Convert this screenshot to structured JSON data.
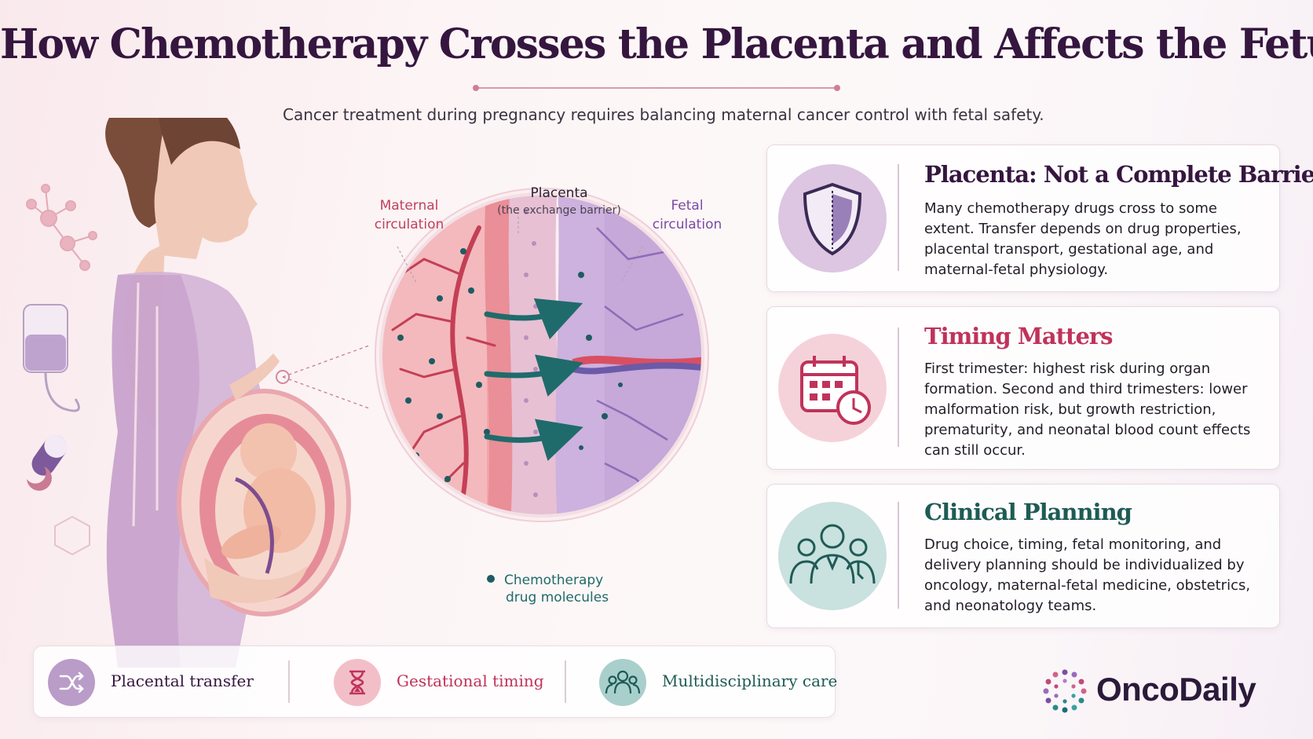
{
  "title": "How Chemotherapy Crosses the Placenta and Affects the Fetus",
  "subtitle": "Cancer treatment during pregnancy requires balancing maternal cancer control with fetal safety.",
  "diagram": {
    "maternal_label_1": "Maternal",
    "maternal_label_2": "circulation",
    "placenta_label": "Placenta",
    "placenta_sublabel": "(the exchange barrier)",
    "fetal_label_1": "Fetal",
    "fetal_label_2": "circulation",
    "legend_1": "Chemotherapy",
    "legend_2": "drug molecules"
  },
  "cards": [
    {
      "title": "Placenta: Not a Complete Barrier",
      "text": "Many chemotherapy drugs cross to some extent. Transfer depends on drug properties, placental transport, gestational age, and maternal-fetal physiology.",
      "icon": "shield-icon"
    },
    {
      "title": "Timing Matters",
      "text": "First trimester: highest risk during organ formation. Second and third trimesters: lower malformation risk, but growth restriction, prematurity, and neonatal blood count effects can still occur.",
      "icon": "calendar-clock-icon"
    },
    {
      "title": "Clinical Planning",
      "text": "Drug choice, timing, fetal monitoring, and delivery planning should be individualized by oncology, maternal-fetal medicine, obstetrics, and neonatology teams.",
      "icon": "care-team-icon"
    }
  ],
  "bottom_bar": [
    {
      "label": "Placental transfer",
      "icon": "shuffle-icon"
    },
    {
      "label": "Gestational timing",
      "icon": "hourglass-icon"
    },
    {
      "label": "Multidisciplinary care",
      "icon": "team-icon"
    }
  ],
  "brand": {
    "name": "OncoDaily",
    "icon": "oncodaily-logo-icon"
  },
  "colors": {
    "title": "#35163f",
    "maternal": "#c0415e",
    "fetal": "#7a4aa3",
    "teal": "#1e5b55",
    "pink_accent": "#c0335a"
  }
}
